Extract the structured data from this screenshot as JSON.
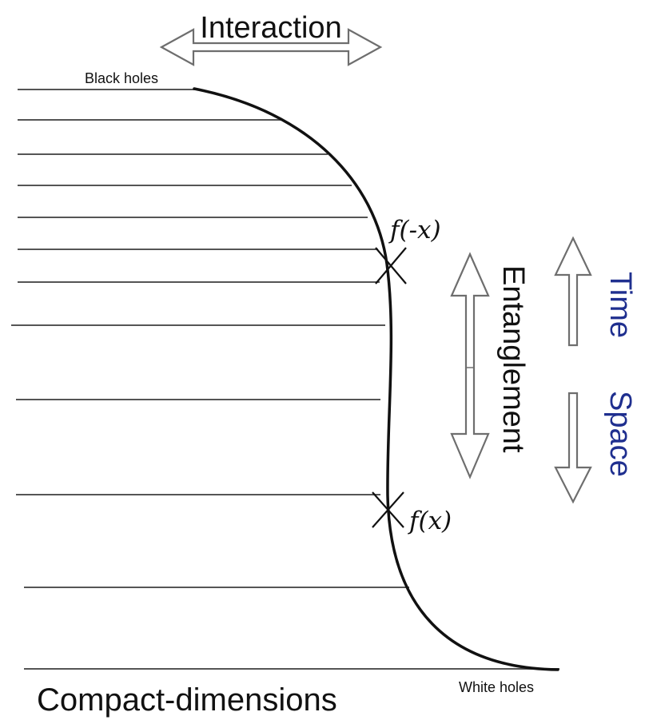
{
  "labels": {
    "interaction": "Interaction",
    "black_holes": "Black holes",
    "white_holes": "White holes",
    "compact_dimensions": "Compact-dimensions",
    "entanglement": "Entanglement",
    "time": "Time",
    "space": "Space",
    "f_minus_x": "f(-x)",
    "f_x": "f(x)"
  },
  "colors": {
    "ink": "#111111",
    "line": "#555555",
    "arrow_fill": "#ffffff",
    "arrow_stroke": "#6e6e6e",
    "accent_blue": "#1f2f8f"
  }
}
